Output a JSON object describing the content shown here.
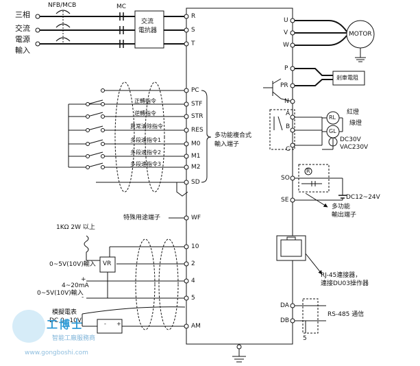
{
  "power_input": {
    "label_lines": [
      "三相",
      "交流",
      "電源",
      "輸入"
    ]
  },
  "breaker": {
    "label": "NFB/MCB"
  },
  "contactor": {
    "label": "MC"
  },
  "reactor": {
    "label_lines": [
      "交流",
      "電抗器"
    ]
  },
  "terminals_left": [
    "R",
    "S",
    "T",
    "PC",
    "STF",
    "STR",
    "RES",
    "M0",
    "M1",
    "M2",
    "SD",
    "WF",
    "10",
    "2",
    "4",
    "5",
    "AM"
  ],
  "terminals_right": [
    "U",
    "V",
    "W",
    "P",
    "PR",
    "N",
    "A",
    "B",
    "C",
    "SO",
    "SE",
    "DA",
    "DB"
  ],
  "motor": {
    "label": "MOTOR"
  },
  "brake_resistor": {
    "label": "剎車電阻"
  },
  "command_labels": [
    "正轉指令",
    "逆轉指令",
    "異常清除指令",
    "多段速指令1",
    "多段速指令2",
    "多段速指令3"
  ],
  "multi_input": {
    "label_lines": [
      "多功能複合式",
      "輸入端子"
    ]
  },
  "special_terminal": {
    "label": "特殊用途端子"
  },
  "relay_output": {
    "red_label": "紅燈",
    "green_label": "綠燈",
    "rl": "RL",
    "gl": "GL",
    "voltage_lines": [
      "DC30V",
      "VAC230V"
    ]
  },
  "open_collector": {
    "r_mark": "R",
    "dc_label": "DC12~24V",
    "label_lines": [
      "多功能",
      "輸出端子"
    ]
  },
  "rj45": {
    "label_lines": [
      "RJ-45連接器，",
      "連接DU03操作器"
    ]
  },
  "rs485": {
    "label": "RS-485 通信",
    "number": "5"
  },
  "analog": {
    "resistor_label": "1KΩ 2W 以上",
    "vr_label": "VR",
    "voltage_input_label": "0~5V(10V)輸入",
    "current_input_label_lines": [
      "4~20mA",
      "0~5V(10V)輸入"
    ],
    "plus": "+",
    "minus": "-"
  },
  "meter": {
    "label_lines": [
      "模擬電表",
      "DC 0~10V"
    ],
    "minus": "-",
    "plus": "+"
  },
  "watermark": {
    "brand": "工博士",
    "subtitle": "智能工廠服務商",
    "url": "www.gongboshi.com"
  }
}
